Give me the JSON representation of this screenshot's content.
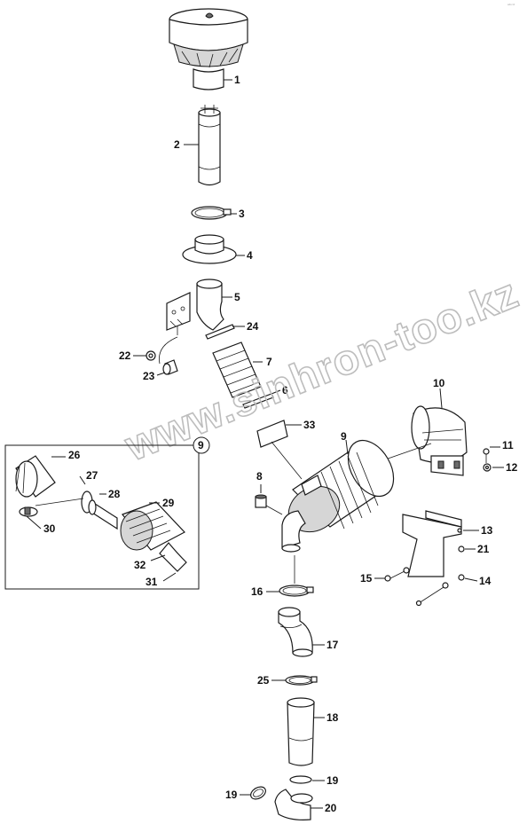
{
  "corner_mark": "ᵃᵇᶜᵈ",
  "watermark": "www.sinhron-too.kz",
  "inset_callout": "9",
  "labels": {
    "p1": "1",
    "p2": "2",
    "p3": "3",
    "p4": "4",
    "p5": "5",
    "p24": "24",
    "p22": "22",
    "p23": "23",
    "p7": "7",
    "p6": "6",
    "p33": "33",
    "p10": "10",
    "p9": "9",
    "p11": "11",
    "p12": "12",
    "p8": "8",
    "p13": "13",
    "p21": "21",
    "p15": "15",
    "p14": "14",
    "p16": "16",
    "p17": "17",
    "p25": "25",
    "p18": "18",
    "p19a": "19",
    "p19b": "19",
    "p20": "20",
    "p26": "26",
    "p27": "27",
    "p28": "28",
    "p29": "29",
    "p30": "30",
    "p32": "32",
    "p31": "31"
  }
}
